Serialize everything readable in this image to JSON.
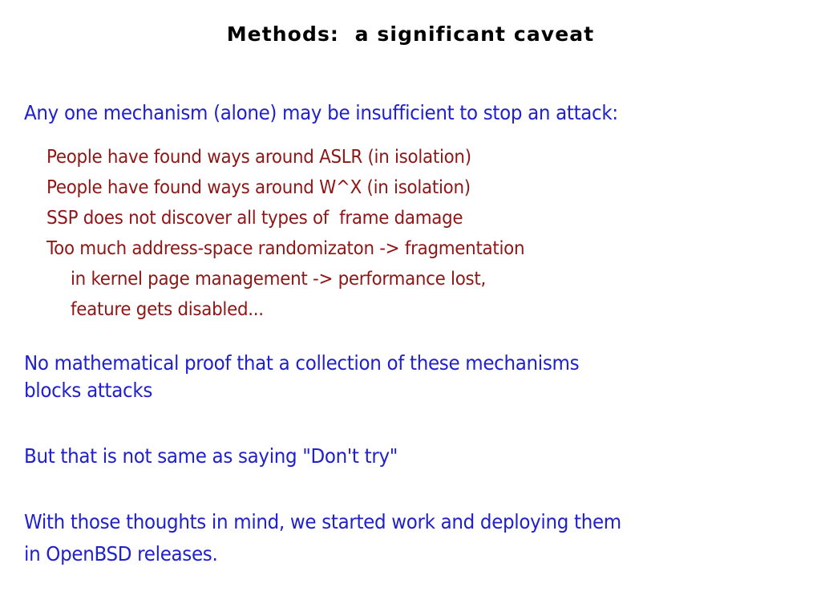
{
  "slide": {
    "title": "Methods:  a significant caveat",
    "background_color": "#ffffff",
    "title_color": "#000000",
    "blue_color": "#2020cc",
    "red_color": "#8e1616",
    "intro": "Any one mechanism (alone) may be insufficient to stop an attack:",
    "bullets": [
      "People have found ways around ASLR (in isolation)",
      "People have found ways around W^X (in isolation)",
      "SSP does not discover all types of  frame damage",
      "Too much address-space randomizaton -> fragmentation",
      "in kernel page management -> performance lost,",
      "feature gets disabled..."
    ],
    "paragraph_one": [
      "No mathematical proof that a collection of these mechanisms",
      "blocks attacks"
    ],
    "paragraph_two": [
      "But that is not same as saying \"Don't try\""
    ],
    "paragraph_three": [
      "With those thoughts in mind, we started work and deploying them",
      "in OpenBSD releases."
    ]
  }
}
